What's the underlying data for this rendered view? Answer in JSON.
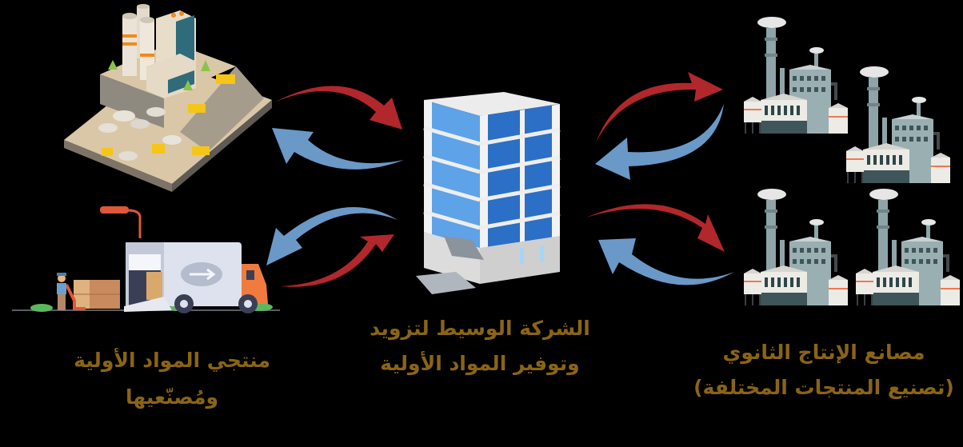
{
  "diagram": {
    "title": "Raw materials supply chain flow",
    "colors": {
      "text": "#8a6416",
      "arrow_forward": "#b2272b",
      "arrow_backward": "#6a99c8",
      "background": "#000000"
    },
    "nodes": {
      "producers": {
        "label_line1": "منتجي المواد الأولية",
        "label_line2": "ومُصنّعيها",
        "illustrations": [
          "mining-site-illustration",
          "delivery-truck-illustration"
        ]
      },
      "intermediary": {
        "label_line1": "الشركة الوسيط لتزويد",
        "label_line2": "وتوفير المواد الأولية",
        "illustration": "office-building-illustration"
      },
      "secondary_factories": {
        "label_line1": "مصانع الإنتاج الثانوي",
        "label_line2": "(تصنيع المنتجات المختلفة)",
        "illustration": "factories-illustration",
        "factory_count": 4
      }
    },
    "connections": [
      {
        "from": "producers-mine",
        "to": "intermediary",
        "direction": "bidirectional"
      },
      {
        "from": "producers-truck",
        "to": "intermediary",
        "direction": "bidirectional"
      },
      {
        "from": "intermediary",
        "to": "factories-top",
        "direction": "bidirectional"
      },
      {
        "from": "intermediary",
        "to": "factories-bottom",
        "direction": "bidirectional"
      }
    ]
  }
}
